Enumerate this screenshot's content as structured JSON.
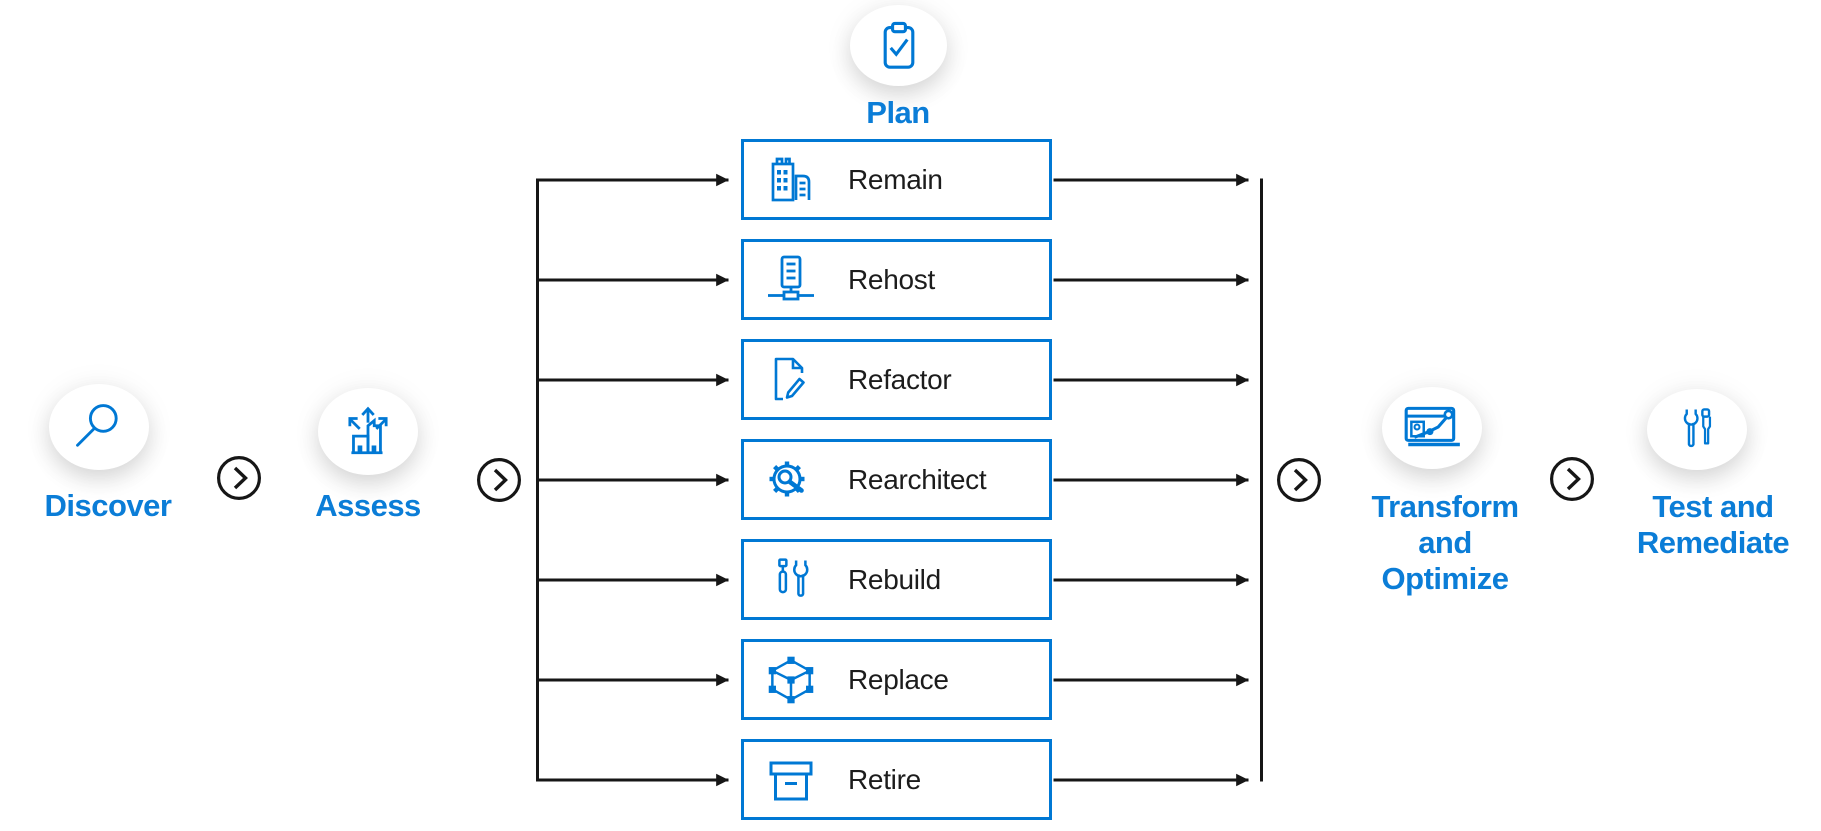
{
  "diagram": {
    "background_color": "#ffffff",
    "accent_blue": "#0078d4",
    "label_blue": "#0b7dd7",
    "line_black": "#161616",
    "description": "Cloud migration process flow diagram"
  },
  "stages": [
    {
      "label": "Discover",
      "icon": "magnifier-icon"
    },
    {
      "label": "Assess",
      "icon": "factory-scale-out-icon"
    },
    {
      "label": "Plan",
      "icon": "clipboard-check-icon"
    },
    {
      "label": "Transform and Optimize",
      "label_lines": [
        "Transform",
        "and",
        "Optimize"
      ],
      "icon": "dashboard-growth-icon"
    },
    {
      "label": "Test and Remediate",
      "label_lines": [
        "Test and",
        "Remediate"
      ],
      "icon": "wrench-screwdriver-icon"
    }
  ],
  "plan_options": [
    {
      "label": "Remain",
      "icon": "buildings-icon"
    },
    {
      "label": "Rehost",
      "icon": "server-network-icon"
    },
    {
      "label": "Refactor",
      "icon": "document-edit-icon"
    },
    {
      "label": "Rearchitect",
      "icon": "gear-magnifier-icon"
    },
    {
      "label": "Rebuild",
      "icon": "screwdriver-wrench-icon"
    },
    {
      "label": "Replace",
      "icon": "cube-wireframe-icon"
    },
    {
      "label": "Retire",
      "icon": "archive-box-icon"
    }
  ],
  "connectors": {
    "chevron_icon": "chevron-right-icon",
    "chevron_count": 4,
    "fan_out_branches": 7,
    "fan_in_branches": 7
  }
}
